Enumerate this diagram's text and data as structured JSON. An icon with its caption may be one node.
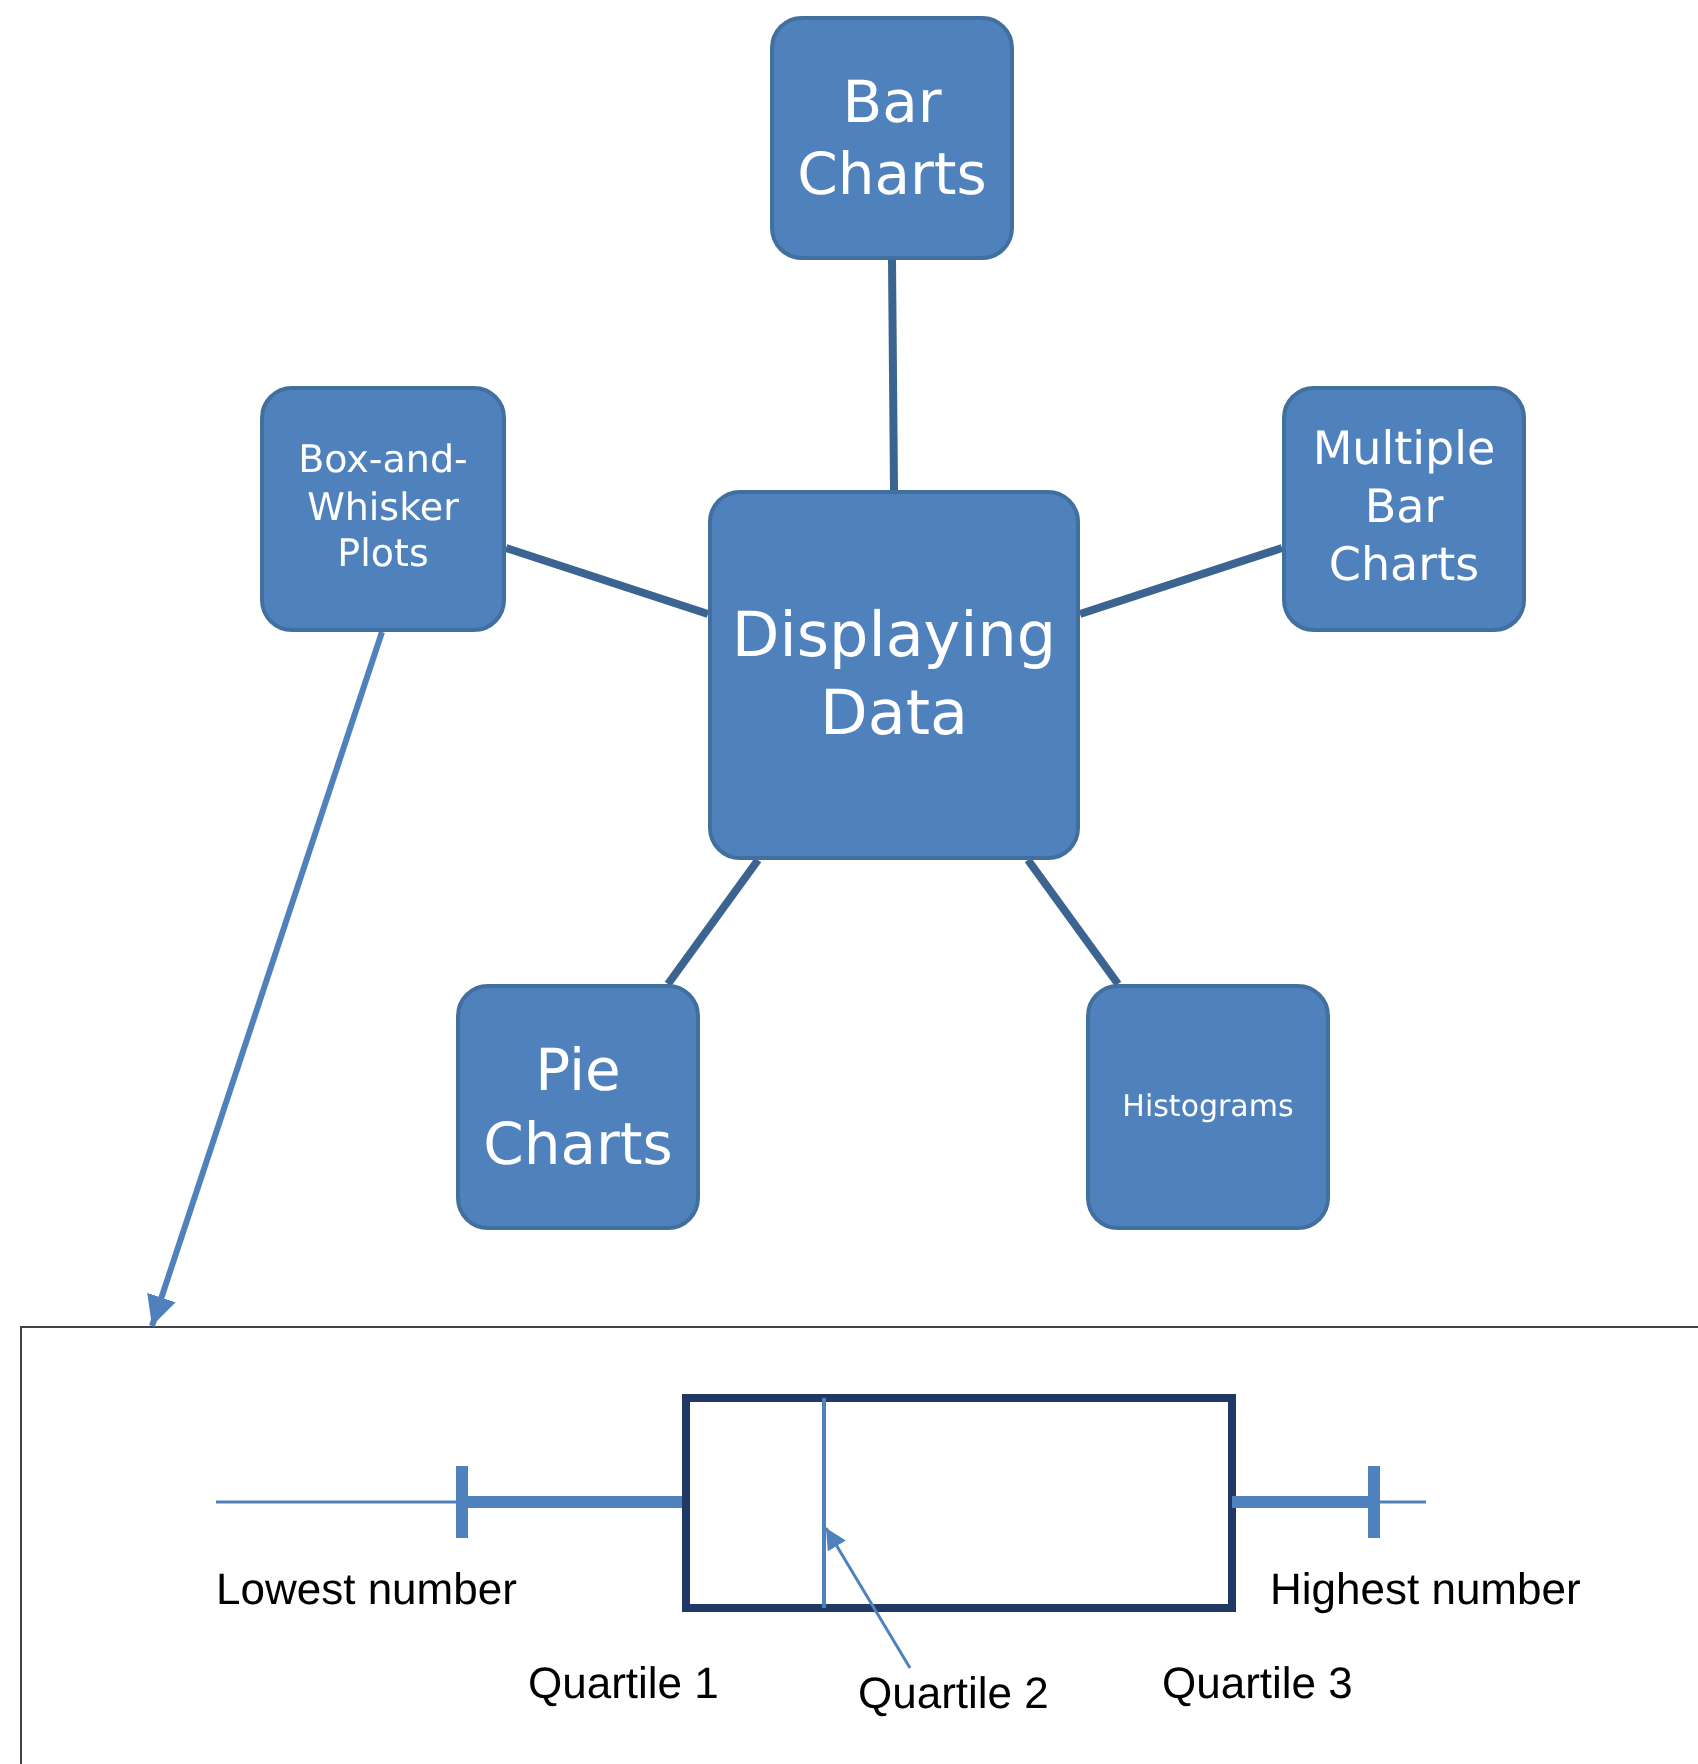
{
  "diagram": {
    "nodes": [
      {
        "text": [
          "Displaying Data"
        ]
      },
      {
        "text": [
          "Bar Charts"
        ]
      },
      {
        "text": [
          "Multiple Bar Charts"
        ]
      },
      {
        "text": [
          "Box-and-Whisker Plots"
        ]
      },
      {
        "text": [
          "Pie Charts"
        ]
      },
      {
        "text": [
          "Histograms"
        ]
      },
      {
        "text": [],
        "shape": "box"
      },
      {
        "text": [
          "Quartile 2"
        ],
        "in": 6
      },
      {
        "text": [],
        "shape": "bar",
        "in": 6
      }
    ],
    "edges": [
      {
        "from": 0,
        "to": 1,
        "arrow": "none"
      },
      {
        "from": 0,
        "to": 2,
        "arrow": "none"
      },
      {
        "from": 0,
        "to": 3,
        "arrow": "none"
      },
      {
        "from": 0,
        "to": 4,
        "arrow": "none"
      },
      {
        "from": 0,
        "to": 5,
        "arrow": "none"
      },
      {
        "from": 3,
        "to": 6,
        "arrow": "to"
      },
      {
        "from": 7,
        "to": 8,
        "arrow": "to"
      }
    ],
    "labels": [
      "Lowest number",
      "Highest number",
      "Quartile 1",
      "Quartile 3"
    ]
  }
}
